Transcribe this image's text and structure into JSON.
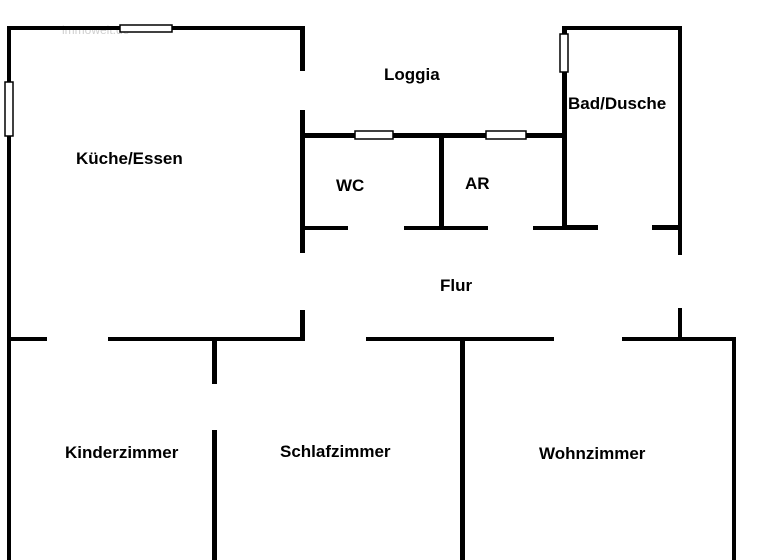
{
  "plan": {
    "watermark": "immowelt.de",
    "rooms": {
      "kueche": "Küche/Essen",
      "loggia": "Loggia",
      "bad": "Bad/Dusche",
      "wc": "WC",
      "ar": "AR",
      "flur": "Flur",
      "kinder": "Kinderzimmer",
      "schlaf": "Schlafzimmer",
      "wohn": "Wohnzimmer"
    }
  },
  "colors": {
    "wall": "#000000",
    "background": "#ffffff",
    "window_fill": "#ffffff"
  }
}
